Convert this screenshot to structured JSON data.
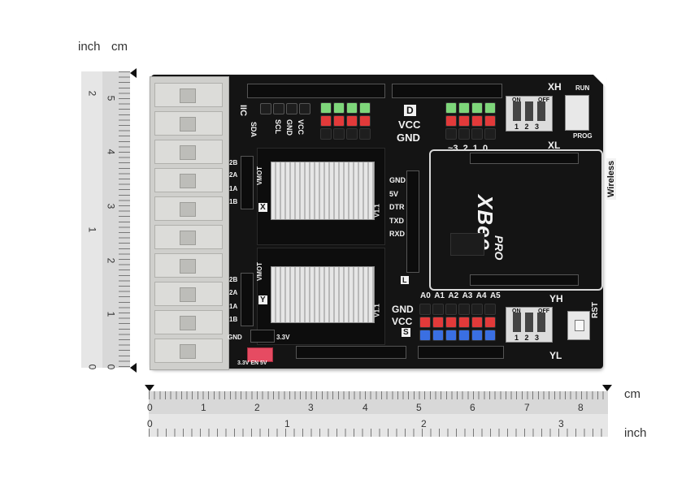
{
  "rulers": {
    "vertical": {
      "unit_inch": "inch",
      "unit_cm": "cm",
      "inch_ticks": [
        "2",
        "1",
        "0"
      ],
      "cm_ticks": [
        "5",
        "4",
        "3",
        "2",
        "1",
        "0"
      ]
    },
    "horizontal": {
      "unit_cm": "cm",
      "unit_inch": "inch",
      "cm_ticks": [
        "0",
        "1",
        "2",
        "3",
        "4",
        "5",
        "6",
        "7",
        "8"
      ],
      "inch_ticks": [
        "0",
        "1",
        "2",
        "3"
      ]
    }
  },
  "board": {
    "labels": {
      "iic": "IIC",
      "sda": "SDA",
      "scl": "SCL",
      "gnd": "GND",
      "vcc": "VCC",
      "d": "D",
      "vcc_big": "VCC",
      "gnd_big": "GND",
      "digital_pins": "~3 2 1 0",
      "xh": "XH",
      "xl": "XL",
      "run": "RUN",
      "prog": "PROG",
      "on": "ON",
      "off": "OFF",
      "dip_nums": "1 2 3",
      "vmot_1": "VMOT",
      "vmot_2": "VMOT",
      "v11_1": "V1.1",
      "v11_2": "V1.1",
      "x": "X",
      "y": "Y",
      "m1_2b": "2B",
      "m1_2a": "2A",
      "m1_1a": "1A",
      "m1_1b": "1B",
      "m2_2b": "2B",
      "m2_2a": "2A",
      "m2_1a": "1A",
      "m2_1b": "1B",
      "xbee_gnd": "GND",
      "xbee_5v": "5V",
      "xbee_dtr": "DTR",
      "xbee_txd": "TXD",
      "xbee_rxd": "RXD",
      "xbee": "XBee",
      "pro": "PRO",
      "wireless": "Wireless",
      "analog_pins": "A0 A1 A2 A3 A4 A5",
      "gnd_a": "GND",
      "vcc_a": "VCC",
      "s": "S",
      "yh": "YH",
      "yl": "YL",
      "rst": "RST",
      "l": "L",
      "gnd_bottom": "GND",
      "v33": "3.3V",
      "sel": "3.3V EN 5V"
    },
    "colors": {
      "board": "#141414",
      "pin_green": "#7ed67a",
      "pin_red": "#e23a3a",
      "pin_blue": "#3a6fe2",
      "pin_black": "#1e1e1e",
      "jumper": "#e64b62"
    }
  }
}
